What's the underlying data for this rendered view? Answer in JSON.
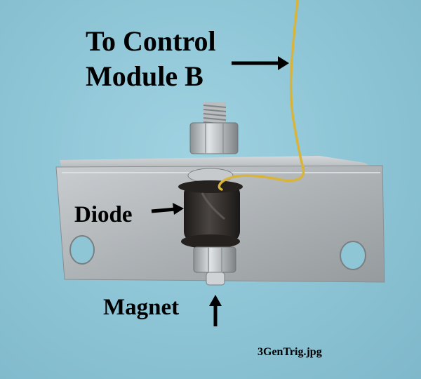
{
  "labels": {
    "control_line1": "To Control",
    "control_line2": "Module B",
    "diode": "Diode",
    "magnet": "Magnet",
    "caption": "3GenTrig.jpg"
  },
  "colors": {
    "background": "#8fc6d6",
    "bracket": "#b7bcbf",
    "wire": "#d8b53a",
    "diode_body": "#2a2726",
    "text": "#000000"
  }
}
